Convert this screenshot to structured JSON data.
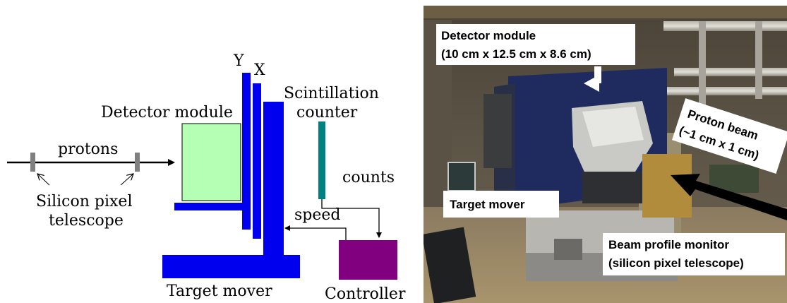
{
  "schematic": {
    "labels": {
      "y": "Y",
      "x": "X",
      "scintillation_1": "Scintillation",
      "scintillation_2": "counter",
      "detector_module": "Detector module",
      "protons": "protons",
      "counts": "counts",
      "silicon_1": "Silicon pixel",
      "silicon_2": "telescope",
      "speed": "speed",
      "target_mover": "Target mover",
      "controller": "Controller"
    },
    "colors": {
      "mover_blue": "#0000ee",
      "detector_green": "#b4ffb4",
      "scintillator_teal": "#008080",
      "controller_purple": "#800080",
      "silicon_gray": "#808080"
    }
  },
  "photo": {
    "labels": {
      "detector_title": "Detector module",
      "detector_dims": "(10 cm x 12.5 cm x 8.6 cm)",
      "beam_1": "Proton beam",
      "beam_2": "(~1 cm x 1 cm)",
      "target_mover": "Target mover",
      "profile_1": "Beam profile monitor",
      "profile_2": "(silicon pixel telescope)"
    }
  }
}
